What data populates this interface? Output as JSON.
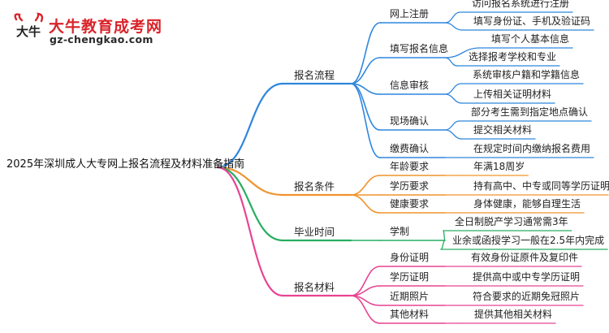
{
  "logo": {
    "title": "大牛教育成考网",
    "url": "gz-chengkao.com",
    "mark_text": "大牛"
  },
  "mindmap": {
    "root": "2025年深圳成人大专网上报名流程及材料准备指南",
    "branches": [
      {
        "label": "报名流程",
        "color": "#2e86de",
        "children": [
          {
            "label": "网上注册",
            "children": [
              "访问报名系统进行注册",
              "填写身份证、手机及验证码"
            ]
          },
          {
            "label": "填写报名信息",
            "children": [
              "填写个人基本信息",
              "选择报考学校和专业"
            ]
          },
          {
            "label": "信息审核",
            "children": [
              "系统审核户籍和学籍信息",
              "上传相关证明材料"
            ]
          },
          {
            "label": "现场确认",
            "children": [
              "部分考生需到指定地点确认",
              "提交相关材料"
            ]
          },
          {
            "label": "缴费确认",
            "children": [
              "在规定时间内缴纳报名费用"
            ]
          }
        ]
      },
      {
        "label": "报名条件",
        "color": "#f0932b",
        "children": [
          {
            "label": "年龄要求",
            "children": [
              "年满18周岁"
            ]
          },
          {
            "label": "学历要求",
            "children": [
              "持有高中、中专或同等学历证明"
            ]
          },
          {
            "label": "健康要求",
            "children": [
              "身体健康，能够自理生活"
            ]
          }
        ]
      },
      {
        "label": "毕业时间",
        "color": "#27ae60",
        "children": [
          {
            "label": "学制",
            "children": [
              "全日制脱产学习通常需3年",
              "业余或函授学习一般在2.5年内完成"
            ]
          }
        ]
      },
      {
        "label": "报名材料",
        "color": "#e84393",
        "children": [
          {
            "label": "身份证明",
            "children": [
              "有效身份证原件及复印件"
            ]
          },
          {
            "label": "学历证明",
            "children": [
              "提供高中或中专学历证明"
            ]
          },
          {
            "label": "近期照片",
            "children": [
              "符合要求的近期免冠照片"
            ]
          },
          {
            "label": "其他材料",
            "children": [
              "提供其他相关材料"
            ]
          }
        ]
      }
    ]
  }
}
